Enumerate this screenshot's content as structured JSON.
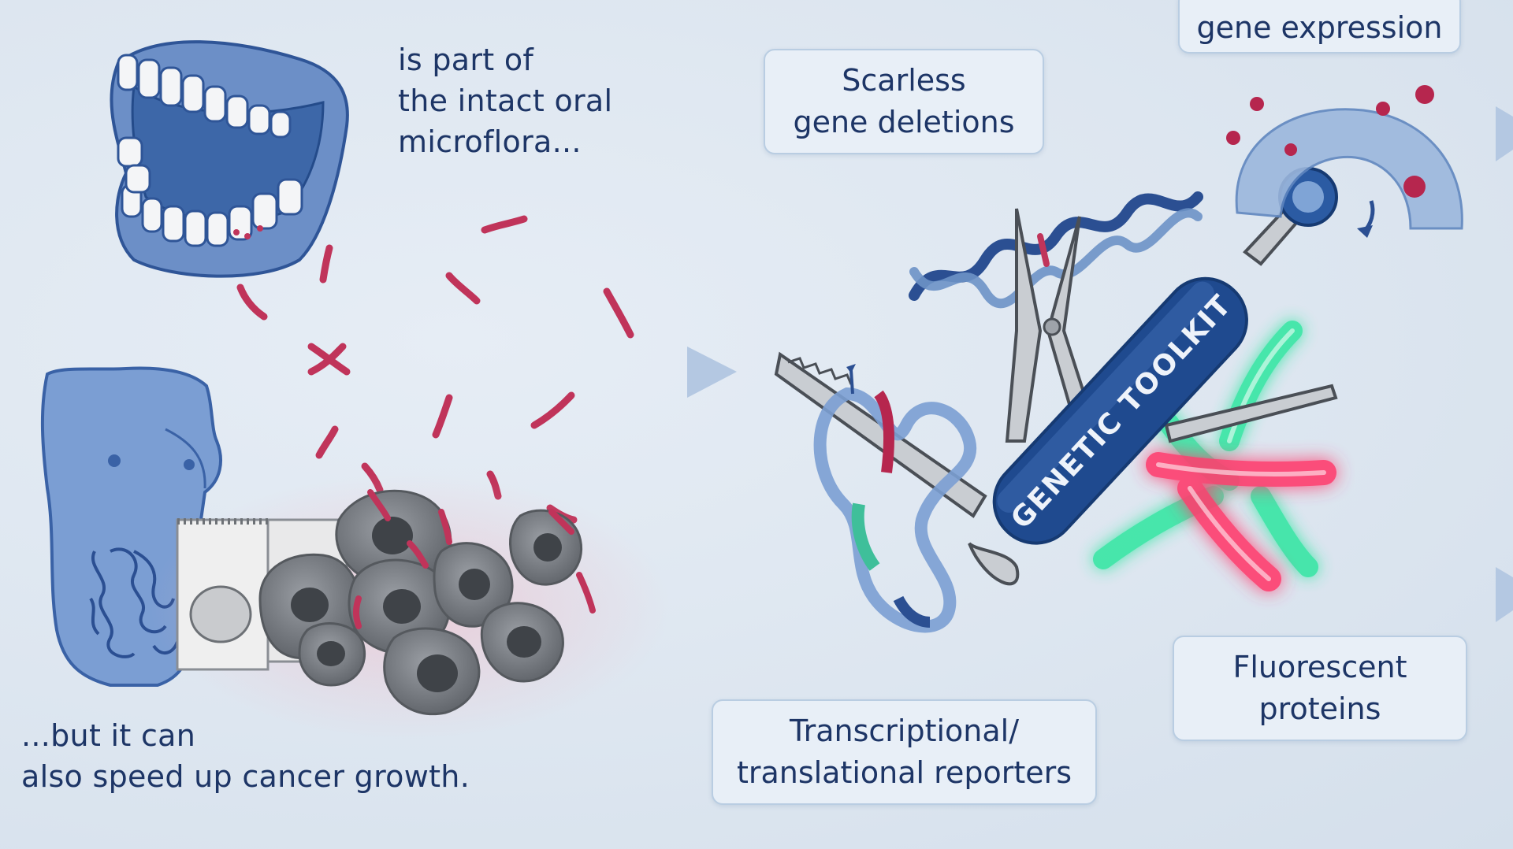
{
  "captions": {
    "oral": [
      "is part of",
      "the intact oral",
      "microflora..."
    ],
    "cancer": [
      "...but it can",
      "also speed up cancer growth."
    ]
  },
  "toolkit": {
    "handle_label": "GENETIC TOOLKIT",
    "labels": {
      "expression": [
        "gene expression"
      ],
      "deletions": [
        "Scarless",
        "gene deletions"
      ],
      "reporters": [
        "Transcriptional/",
        "translational reporters"
      ],
      "fluorescent": [
        "Fluorescent",
        "proteins"
      ]
    }
  },
  "icons": {
    "teeth": "open-jaw-teeth-icon",
    "torso": "human-torso-intestine-icon",
    "tumor": "tumor-cells-icon",
    "arrow": "flow-arrow-icon",
    "knife": "swiss-army-knife-icon",
    "dna": "dna-helix-icon",
    "bacteria": "bacteria-icon"
  },
  "colors": {
    "text": "#1d3566",
    "bacteria": "#c0345a",
    "handle": "#1f4a8f",
    "green_fluor": "#2ee6a0",
    "red_fluor": "#ff3d6e",
    "box_border": "#b9cde2"
  }
}
